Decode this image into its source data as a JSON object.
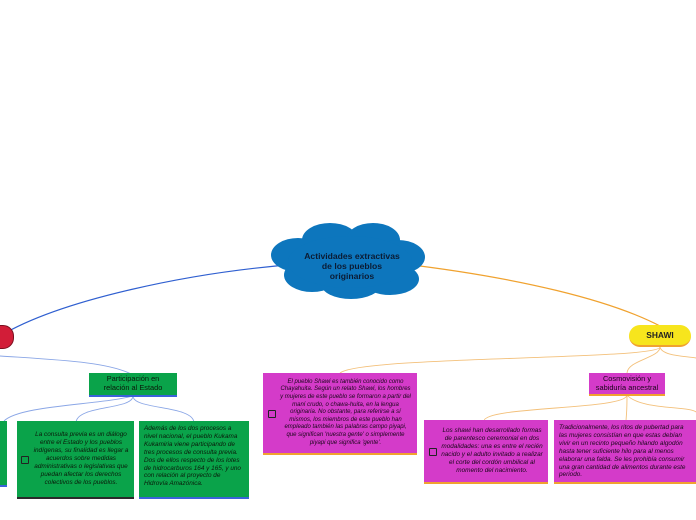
{
  "central": {
    "title": "Actividades extractivas de los pueblos originarios"
  },
  "shawi": {
    "label": "SHAWI"
  },
  "participacion": {
    "label": "Participación en relación al Estado"
  },
  "consulta": {
    "text": "La consulta previa es un diálogo entre el Estado y los pueblos indígenas, su finalidad es llegar a acuerdos sobre medidas administrativas o legislativas que puedan afectar los derechos colectivos de los pueblos."
  },
  "procesos": {
    "text": "Además de los dos procesos a nivel nacional, el pueblo Kukama Kukamiria viene participando de tres procesos de consulta previa. Dos de ellos respecto de los lotes de hidrocarburos 164 y 165, y uno con relación al proyecto de Hidrovía Amazónica."
  },
  "pueblo_shawi": {
    "text": "El pueblo Shawi es también conocido como Chayahuita. Según un relato Shawi, los hombres y mujeres de este pueblo se formaron a partir del maní crudo, o chawa-huita, en la lengua originaria. No obstante, para referirse a sí mismos, los miembros de este pueblo han empleado también las palabras campo piyapi, que significan 'nuestra gente' o simplemente piyapi que significa 'gente'."
  },
  "cosmovision": {
    "label": "Cosmovisión y sabiduría ancestral"
  },
  "parentesco": {
    "text": "Los shawi han desarrollado formas de parentesco ceremonial en dos modalidades: una es entre el recién nacido y el adulto invitado a realizar el corte del cordón umbilical al momento del nacimiento."
  },
  "ritos": {
    "text": "Tradicionalmente, los ritos de pubertad para las mujeres consistían en que estas debían vivir en un recinto pequeño hilando algodón hasta tener suficiente hilo para al menos elaborar una falda. Se les prohibía consumir una gran cantidad de alimentos durante este periodo."
  },
  "colors": {
    "cloud": "#0d76bd",
    "green": "#0aa34a",
    "magenta": "#d43bc9",
    "yellow": "#f7e51d",
    "red": "#d21d38",
    "blue_line": "#2f5fd0",
    "orange_line": "#f0a22f"
  }
}
